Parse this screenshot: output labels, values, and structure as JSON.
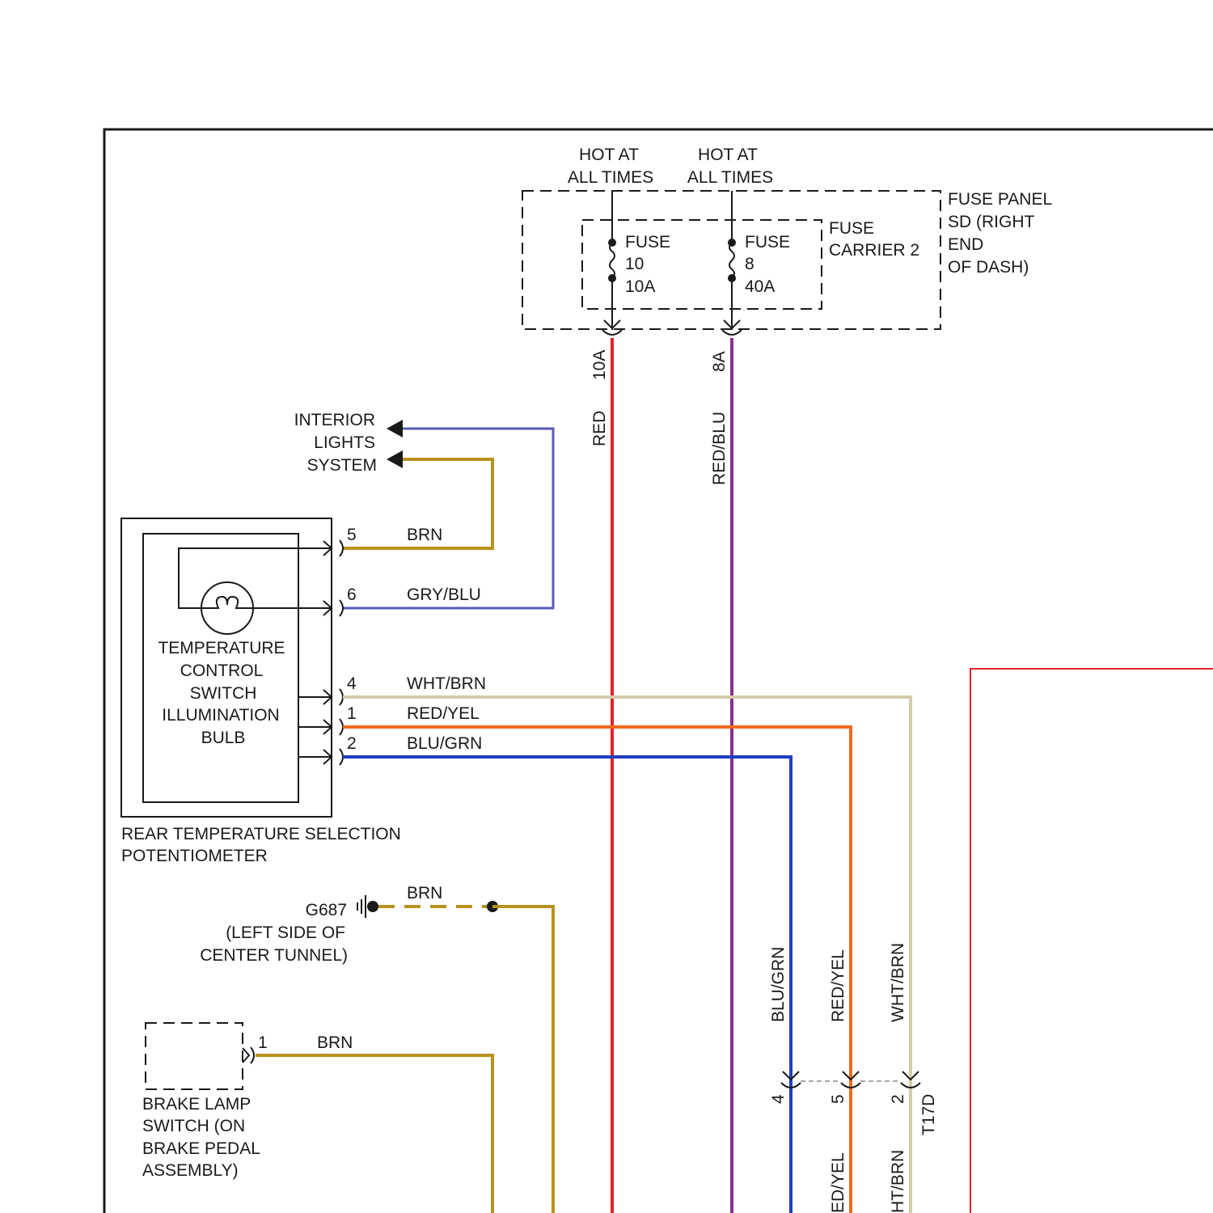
{
  "colors": {
    "red": "#e8202a",
    "red_blu": "#8a2f8f",
    "brn": "#b8921c",
    "gry_blu": "#5a5ab8",
    "wht_brn": "#d6ccaa",
    "red_yel": "#f26a1b",
    "blu_grn": "#1f3fbf"
  },
  "hot1": {
    "line1": "HOT AT",
    "line2": "ALL TIMES"
  },
  "hot2": {
    "line1": "HOT AT",
    "line2": "ALL TIMES"
  },
  "fuse_panel": {
    "line1": "FUSE PANEL",
    "line2": "SD (RIGHT",
    "line3": "END",
    "line4": "OF DASH)"
  },
  "fuse_carrier": {
    "line1": "FUSE",
    "line2": "CARRIER 2"
  },
  "fuse10": {
    "line1": "FUSE",
    "line2": "10",
    "line3": "10A"
  },
  "fuse8": {
    "line1": "FUSE",
    "line2": "8",
    "line3": "40A"
  },
  "pins": {
    "p10A": "10A",
    "p8A": "8A"
  },
  "wires": {
    "red": "RED",
    "red_blu": "RED/BLU",
    "brn": "BRN",
    "gry_blu": "GRY/BLU",
    "wht_brn": "WHT/BRN",
    "red_yel": "RED/YEL",
    "blu_grn": "BLU/GRN",
    "red_yel_partial": "ED/YEL",
    "wht_brn_partial": "HT/BRN"
  },
  "interior": {
    "line1": "INTERIOR",
    "line2": "LIGHTS",
    "line3": "SYSTEM"
  },
  "bulb": {
    "line1": "TEMPERATURE",
    "line2": "CONTROL",
    "line3": "SWITCH",
    "line4": "ILLUMINATION",
    "line5": "BULB"
  },
  "potentiometer": {
    "line1": "REAR TEMPERATURE SELECTION",
    "line2": "POTENTIOMETER"
  },
  "connector_pins": {
    "p5": "5",
    "p6": "6",
    "p4": "4",
    "p1": "1",
    "p2": "2"
  },
  "ground": {
    "id": "G687",
    "line1": "(LEFT SIDE OF",
    "line2": "CENTER TUNNEL)"
  },
  "brake": {
    "pin": "1",
    "line1": "BRAKE LAMP",
    "line2": "SWITCH (ON",
    "line3": "BRAKE PEDAL",
    "line4": "ASSEMBLY)"
  },
  "t17d": {
    "name": "T17D",
    "pin_a": "4",
    "pin_b": "5",
    "pin_c": "2"
  }
}
